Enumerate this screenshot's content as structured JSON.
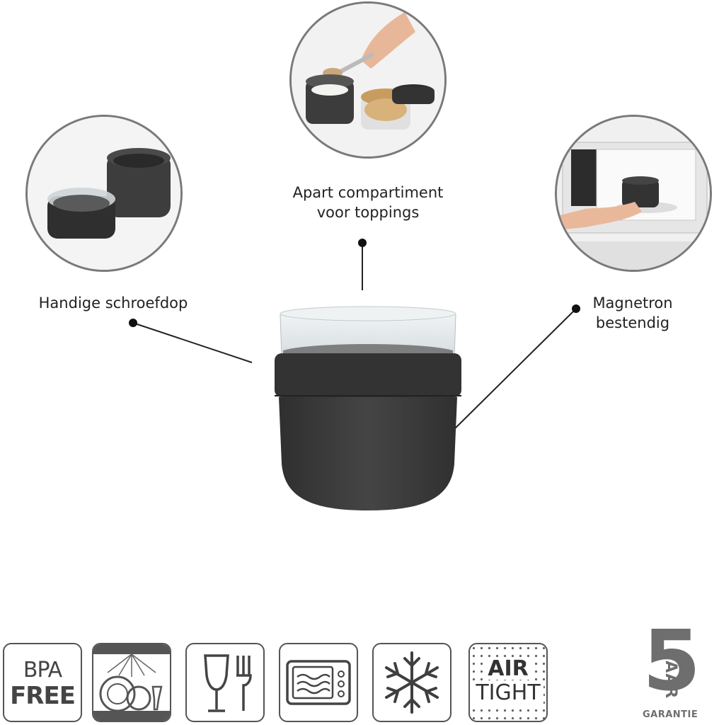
{
  "callouts": {
    "top": {
      "line1": "Apart compartiment",
      "line2": "voor toppings"
    },
    "left": {
      "line1": "Handige schroefdop"
    },
    "right": {
      "line1": "Magnetron",
      "line2": "bestendig"
    }
  },
  "badges": {
    "bpa_line1": "BPA",
    "bpa_line2": "FREE",
    "air_line1": "AIR",
    "air_line2": "TIGHT"
  },
  "warranty": {
    "number": "5",
    "unit": "JAAR",
    "label": "GARANTIE"
  },
  "colors": {
    "container": "#3b3b3b",
    "lid": "#e8ecee",
    "lines": "#222222"
  }
}
